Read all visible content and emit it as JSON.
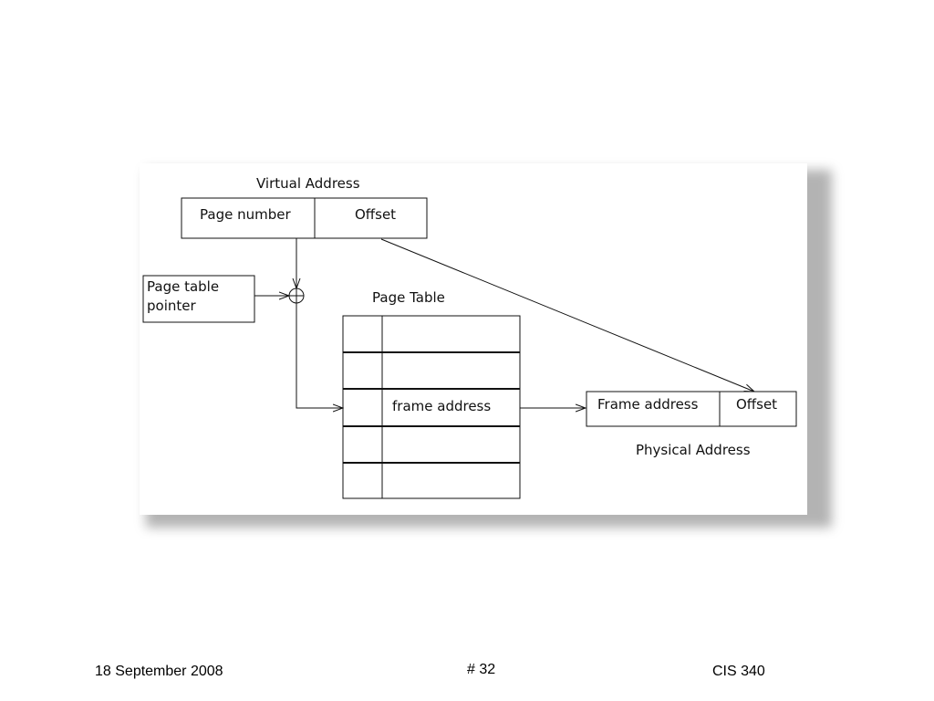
{
  "diagram": {
    "virtual_address_title": "Virtual Address",
    "page_number_label": "Page number",
    "offset_label": "Offset",
    "page_table_pointer_line1": "Page table",
    "page_table_pointer_line2": "pointer",
    "page_table_title": "Page Table",
    "frame_address_entry": "frame address",
    "physical_frame_label": "Frame address",
    "physical_offset_label": "Offset",
    "physical_address_title": "Physical Address"
  },
  "footer": {
    "date": "18 September 2008",
    "page": "# 32",
    "course": "CIS 340"
  }
}
